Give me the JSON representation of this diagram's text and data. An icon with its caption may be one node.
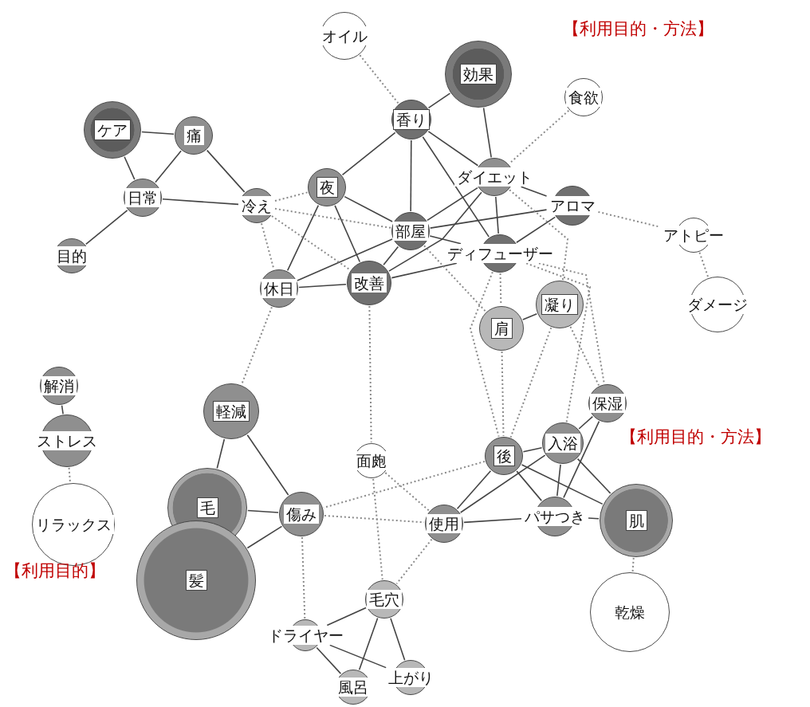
{
  "diagram": {
    "nodes": [
      {
        "text": [
          "オイル"
        ]
      },
      {
        "text": [
          "効果"
        ]
      },
      {
        "text": [
          "食欲"
        ]
      },
      {
        "text": [
          "ケア"
        ]
      },
      {
        "text": [
          "痛"
        ]
      },
      {
        "text": [
          "香り"
        ]
      },
      {
        "text": [
          "日常"
        ]
      },
      {
        "text": [
          "冷え"
        ]
      },
      {
        "text": [
          "夜"
        ]
      },
      {
        "text": [
          "ダイエット"
        ]
      },
      {
        "text": [
          "アロマ"
        ]
      },
      {
        "text": [
          "部屋"
        ]
      },
      {
        "text": [
          "ディフューザー"
        ]
      },
      {
        "text": [
          "アトピー"
        ]
      },
      {
        "text": [
          "目的"
        ]
      },
      {
        "text": [
          "休日"
        ]
      },
      {
        "text": [
          "改善"
        ]
      },
      {
        "text": [
          "凝り"
        ]
      },
      {
        "text": [
          "肩"
        ]
      },
      {
        "text": [
          "ダメージ"
        ]
      },
      {
        "text": [
          "解消"
        ]
      },
      {
        "text": [
          "保湿"
        ]
      },
      {
        "text": [
          "ストレス"
        ]
      },
      {
        "text": [
          "軽減"
        ]
      },
      {
        "text": [
          "後"
        ]
      },
      {
        "text": [
          "入浴"
        ]
      },
      {
        "text": [
          "面皰"
        ]
      },
      {
        "text": [
          "毛"
        ]
      },
      {
        "text": [
          "リラックス"
        ]
      },
      {
        "text": [
          "傷み"
        ]
      },
      {
        "text": [
          "使用"
        ]
      },
      {
        "text": [
          "パサつき"
        ]
      },
      {
        "text": [
          "肌"
        ]
      },
      {
        "text": [
          "髪"
        ]
      },
      {
        "text": [
          "毛穴"
        ]
      },
      {
        "text": [
          "乾燥"
        ]
      },
      {
        "text": [
          "ドライヤー"
        ]
      },
      {
        "text": [
          "上がり"
        ]
      },
      {
        "text": [
          "風呂"
        ]
      }
    ],
    "edges": [
      {
        "from": 3,
        "to": 4,
        "arrow": "none"
      },
      {
        "from": 3,
        "to": 6,
        "arrow": "none"
      },
      {
        "from": 4,
        "to": 6,
        "arrow": "none"
      },
      {
        "from": 4,
        "to": 7,
        "arrow": "none"
      },
      {
        "from": 6,
        "to": 7,
        "arrow": "none"
      },
      {
        "from": 6,
        "to": 14,
        "arrow": "none"
      },
      {
        "from": 5,
        "to": 1,
        "arrow": "none"
      },
      {
        "from": 5,
        "to": 8,
        "arrow": "none"
      },
      {
        "from": 5,
        "to": 11,
        "arrow": "none"
      },
      {
        "from": 5,
        "to": 9,
        "arrow": "none"
      },
      {
        "from": 5,
        "to": 12,
        "arrow": "none"
      },
      {
        "from": 1,
        "to": 9,
        "arrow": "none"
      },
      {
        "from": 8,
        "to": 11,
        "arrow": "none"
      },
      {
        "from": 8,
        "to": 15,
        "arrow": "none"
      },
      {
        "from": 8,
        "to": 16,
        "arrow": "none"
      },
      {
        "from": 9,
        "to": 11,
        "arrow": "none"
      },
      {
        "from": 9,
        "to": 16,
        "arrow": "none"
      },
      {
        "from": 9,
        "to": 10,
        "arrow": "none"
      },
      {
        "from": 9,
        "to": 12,
        "arrow": "none"
      },
      {
        "from": 10,
        "to": 11,
        "arrow": "none"
      },
      {
        "from": 10,
        "to": 12,
        "arrow": "none"
      },
      {
        "from": 11,
        "to": 12,
        "arrow": "none"
      },
      {
        "from": 11,
        "to": 15,
        "arrow": "none"
      },
      {
        "from": 11,
        "to": 16,
        "arrow": "none"
      },
      {
        "from": 15,
        "to": 16,
        "arrow": "none"
      },
      {
        "from": 16,
        "to": 12,
        "arrow": "none"
      },
      {
        "from": 18,
        "to": 17,
        "arrow": "none"
      },
      {
        "from": 23,
        "to": 27,
        "arrow": "none"
      },
      {
        "from": 23,
        "to": 29,
        "arrow": "none"
      },
      {
        "from": 27,
        "to": 29,
        "arrow": "none"
      },
      {
        "from": 33,
        "to": 29,
        "arrow": "none"
      },
      {
        "from": 30,
        "to": 24,
        "arrow": "none"
      },
      {
        "from": 30,
        "to": 25,
        "arrow": "none"
      },
      {
        "from": 30,
        "to": 31,
        "arrow": "none"
      },
      {
        "from": 24,
        "to": 25,
        "arrow": "none"
      },
      {
        "from": 24,
        "to": 31,
        "arrow": "none"
      },
      {
        "from": 24,
        "to": 32,
        "arrow": "none"
      },
      {
        "from": 25,
        "to": 31,
        "arrow": "none"
      },
      {
        "from": 25,
        "to": 32,
        "arrow": "none"
      },
      {
        "from": 25,
        "to": 21,
        "arrow": "none"
      },
      {
        "from": 21,
        "to": 31,
        "arrow": "none"
      },
      {
        "from": 31,
        "to": 32,
        "arrow": "none"
      },
      {
        "from": 34,
        "to": 36,
        "arrow": "none"
      },
      {
        "from": 34,
        "to": 38,
        "arrow": "none"
      },
      {
        "from": 34,
        "to": 37,
        "arrow": "none"
      },
      {
        "from": 36,
        "to": 38,
        "arrow": "none"
      },
      {
        "from": 36,
        "to": 37,
        "arrow": "none"
      },
      {
        "from": 20,
        "to": 22,
        "arrow": "none"
      },
      {
        "from": 0,
        "to": 5,
        "arrow": "none",
        "style": "dashed"
      },
      {
        "from": 2,
        "to": 9,
        "arrow": "none",
        "style": "dashed"
      },
      {
        "from": 10,
        "to": 13,
        "arrow": "none",
        "style": "dashed"
      },
      {
        "from": 13,
        "to": 19,
        "arrow": "none",
        "style": "dashed"
      },
      {
        "from": 7,
        "to": 8,
        "arrow": "none",
        "style": "dashed"
      },
      {
        "from": 7,
        "to": 11,
        "arrow": "none",
        "style": "dashed"
      },
      {
        "from": 7,
        "to": 16,
        "arrow": "none",
        "style": "dashed"
      },
      {
        "from": 7,
        "to": 15,
        "arrow": "none",
        "style": "dashed"
      },
      {
        "from": 15,
        "to": 23,
        "arrow": "none",
        "style": "dashed"
      },
      {
        "from": 16,
        "to": 26,
        "arrow": "none",
        "style": "dashed"
      },
      {
        "from": 11,
        "to": 18,
        "arrow": "none",
        "style": "dashed"
      },
      {
        "from": 9,
        "to": 17,
        "arrow": "none",
        "style": "dashed"
      },
      {
        "from": 12,
        "to": 18,
        "arrow": "none",
        "style": "dashed"
      },
      {
        "from": 12,
        "to": 24,
        "arrow": "none",
        "style": "dashed"
      },
      {
        "from": 12,
        "to": 25,
        "arrow": "none",
        "style": "dashed"
      },
      {
        "from": 12,
        "to": 21,
        "arrow": "none",
        "style": "dashed"
      },
      {
        "from": 17,
        "to": 21,
        "arrow": "none",
        "style": "dashed"
      },
      {
        "from": 17,
        "to": 24,
        "arrow": "none",
        "style": "dashed"
      },
      {
        "from": 18,
        "to": 24,
        "arrow": "none",
        "style": "dashed"
      },
      {
        "from": 24,
        "to": 29,
        "arrow": "none",
        "style": "dashed"
      },
      {
        "from": 29,
        "to": 30,
        "arrow": "none",
        "style": "dashed"
      },
      {
        "from": 26,
        "to": 30,
        "arrow": "none",
        "style": "dashed"
      },
      {
        "from": 26,
        "to": 34,
        "arrow": "none",
        "style": "dashed"
      },
      {
        "from": 30,
        "to": 34,
        "arrow": "none",
        "style": "dashed"
      },
      {
        "from": 29,
        "to": 36,
        "arrow": "none",
        "style": "dashed"
      },
      {
        "from": 32,
        "to": 35,
        "arrow": "none",
        "style": "dashed"
      },
      {
        "from": 22,
        "to": 28,
        "arrow": "none",
        "style": "dashed"
      }
    ],
    "labels": [
      "【利用目的・方法】",
      "【利用目的・方法】",
      "【利用目的】"
    ]
  }
}
